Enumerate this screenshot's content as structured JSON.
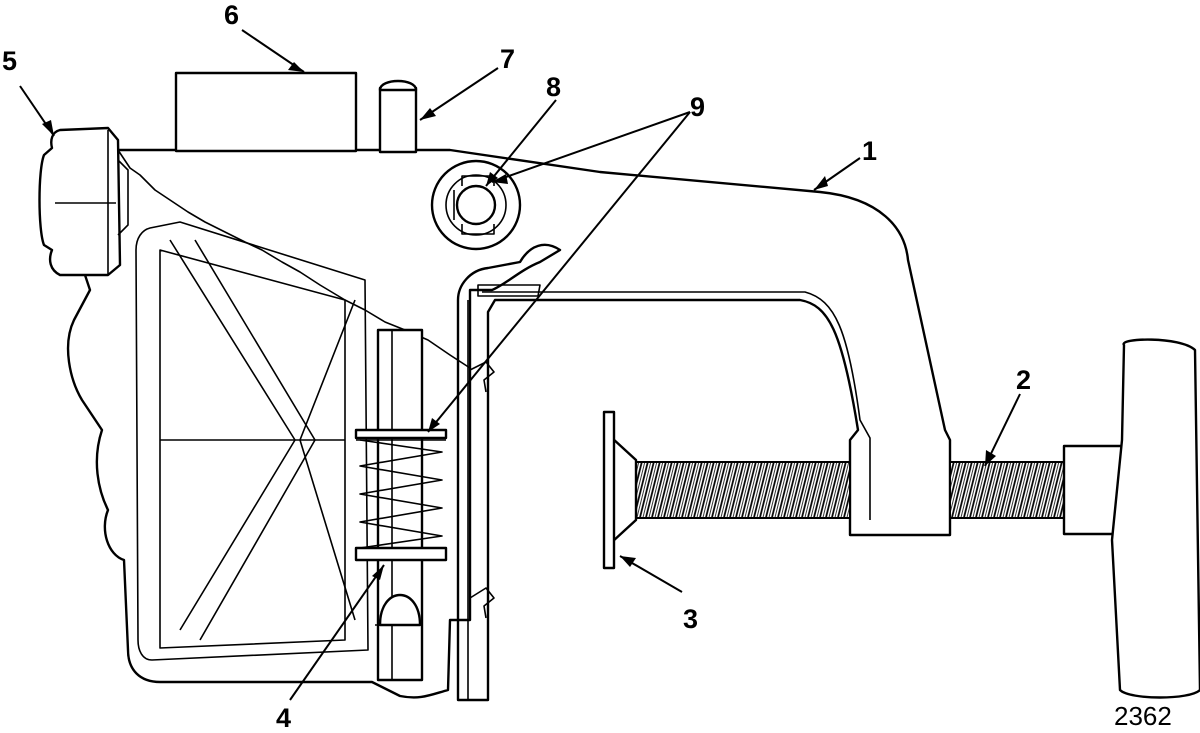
{
  "diagram": {
    "callouts": [
      {
        "id": "1",
        "label": "1"
      },
      {
        "id": "2",
        "label": "2"
      },
      {
        "id": "3",
        "label": "3"
      },
      {
        "id": "4",
        "label": "4"
      },
      {
        "id": "5",
        "label": "5"
      },
      {
        "id": "6",
        "label": "6"
      },
      {
        "id": "7",
        "label": "7"
      },
      {
        "id": "8",
        "label": "8"
      },
      {
        "id": "9",
        "label": "9"
      }
    ],
    "figure_number": "2362",
    "line_color": "#000000",
    "background_color": "#ffffff"
  }
}
